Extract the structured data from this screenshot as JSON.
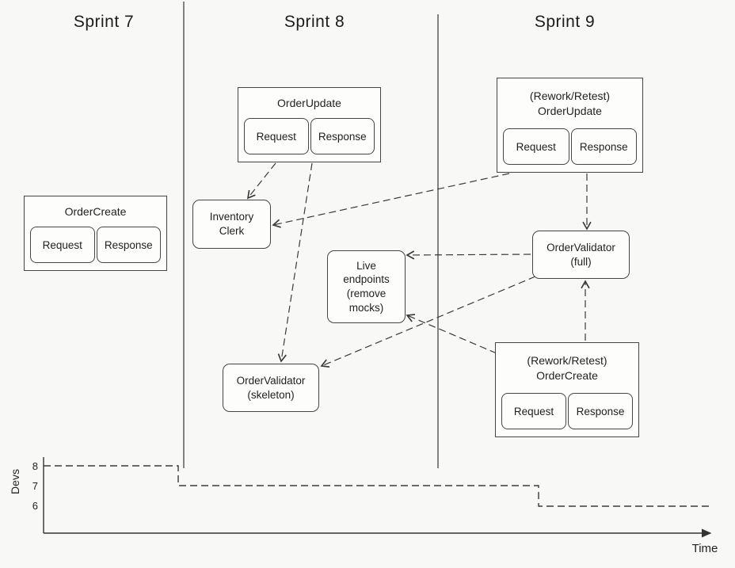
{
  "sprints": {
    "s7": "Sprint 7",
    "s8": "Sprint 8",
    "s9": "Sprint 9"
  },
  "boxes": {
    "order_create": {
      "title": "OrderCreate",
      "request": "Request",
      "response": "Response"
    },
    "order_update": {
      "title": "OrderUpdate",
      "request": "Request",
      "response": "Response"
    },
    "rework_order_update": {
      "title": "(Rework/Retest)\nOrderUpdate",
      "request": "Request",
      "response": "Response"
    },
    "rework_order_create": {
      "title": "(Rework/Retest)\nOrderCreate",
      "request": "Request",
      "response": "Response"
    }
  },
  "nodes": {
    "inventory_clerk": "Inventory\nClerk",
    "live_endpoints": "Live\nendpoints\n(remove\nmocks)",
    "order_validator_skeleton": "OrderValidator\n(skeleton)",
    "order_validator_full": "OrderValidator\n(full)"
  },
  "edges": [
    {
      "from": "OrderUpdate",
      "to": "Inventory Clerk"
    },
    {
      "from": "OrderUpdate",
      "to": "OrderValidator (skeleton)"
    },
    {
      "from": "(Rework/Retest) OrderUpdate",
      "to": "Inventory Clerk"
    },
    {
      "from": "(Rework/Retest) OrderUpdate",
      "to": "OrderValidator (full)"
    },
    {
      "from": "OrderValidator (full)",
      "to": "Live endpoints (remove mocks)"
    },
    {
      "from": "(Rework/Retest) OrderCreate",
      "to": "OrderValidator (full)"
    },
    {
      "from": "(Rework/Retest) OrderCreate",
      "to": "Live endpoints (remove mocks)"
    },
    {
      "from": "OrderValidator (full)",
      "to": "OrderValidator (skeleton)"
    }
  ],
  "chart_data": {
    "type": "line",
    "style": "dashed step",
    "title": "",
    "ylabel": "Devs",
    "xlabel": "Time",
    "yticks": [
      "8",
      "7",
      "6"
    ],
    "steps": [
      {
        "devs": 8,
        "span": "Sprint 7"
      },
      {
        "devs": 7,
        "span": "Sprint 8 through end of Sprint 9"
      },
      {
        "devs": 6,
        "span": "after Sprint 9"
      }
    ]
  }
}
